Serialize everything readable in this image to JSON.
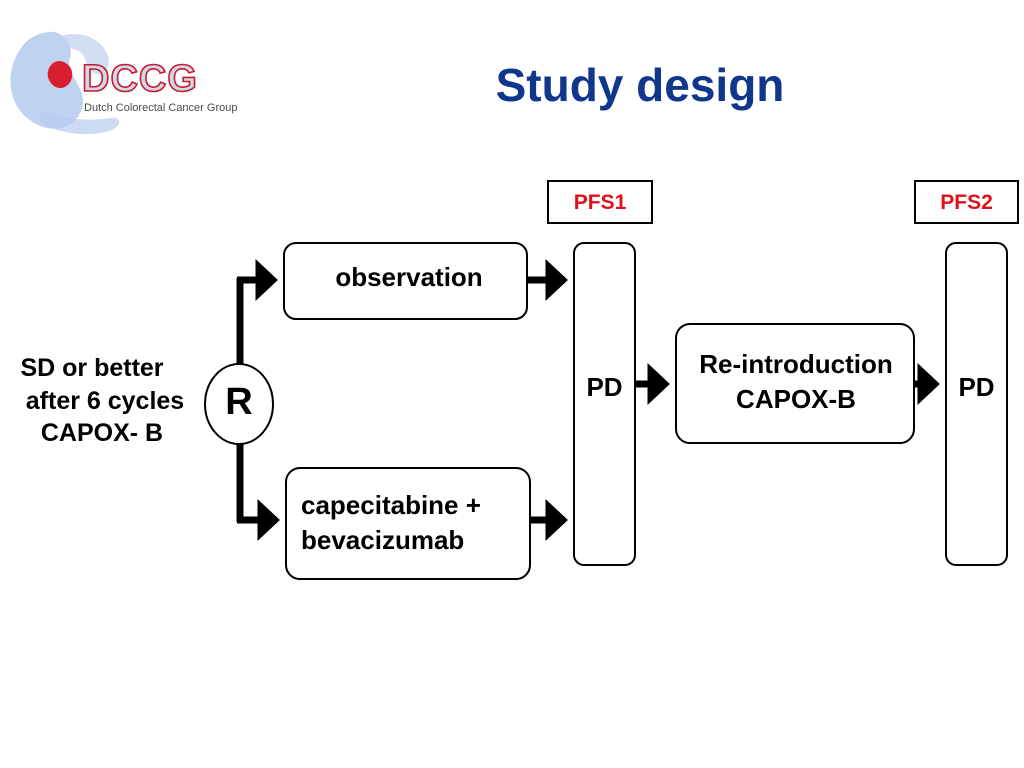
{
  "title": "Study design",
  "logo": {
    "name": "DCCG",
    "subtitle": "Dutch Colorectal Cancer Group",
    "colors": {
      "outline": "#c8192e",
      "fill": "#cfd8e6",
      "map": "#a9c3ea"
    }
  },
  "diagram": {
    "entry": {
      "line1": "SD or better",
      "line2": "after 6 cycles",
      "line3": "CAPOX- B"
    },
    "randomization": "R",
    "arms": {
      "observation": "observation",
      "treatment": {
        "line1": "capecitabine +",
        "line2": "bevacizumab"
      }
    },
    "pd1": "PD",
    "reintroduction": {
      "line1": "Re-introduction",
      "line2": "CAPOX-B"
    },
    "pd2": "PD",
    "pfs1": "PFS1",
    "pfs2": "PFS2"
  },
  "colors": {
    "title": "#10378c",
    "pfs": "#e0101a",
    "stroke": "#000000"
  }
}
